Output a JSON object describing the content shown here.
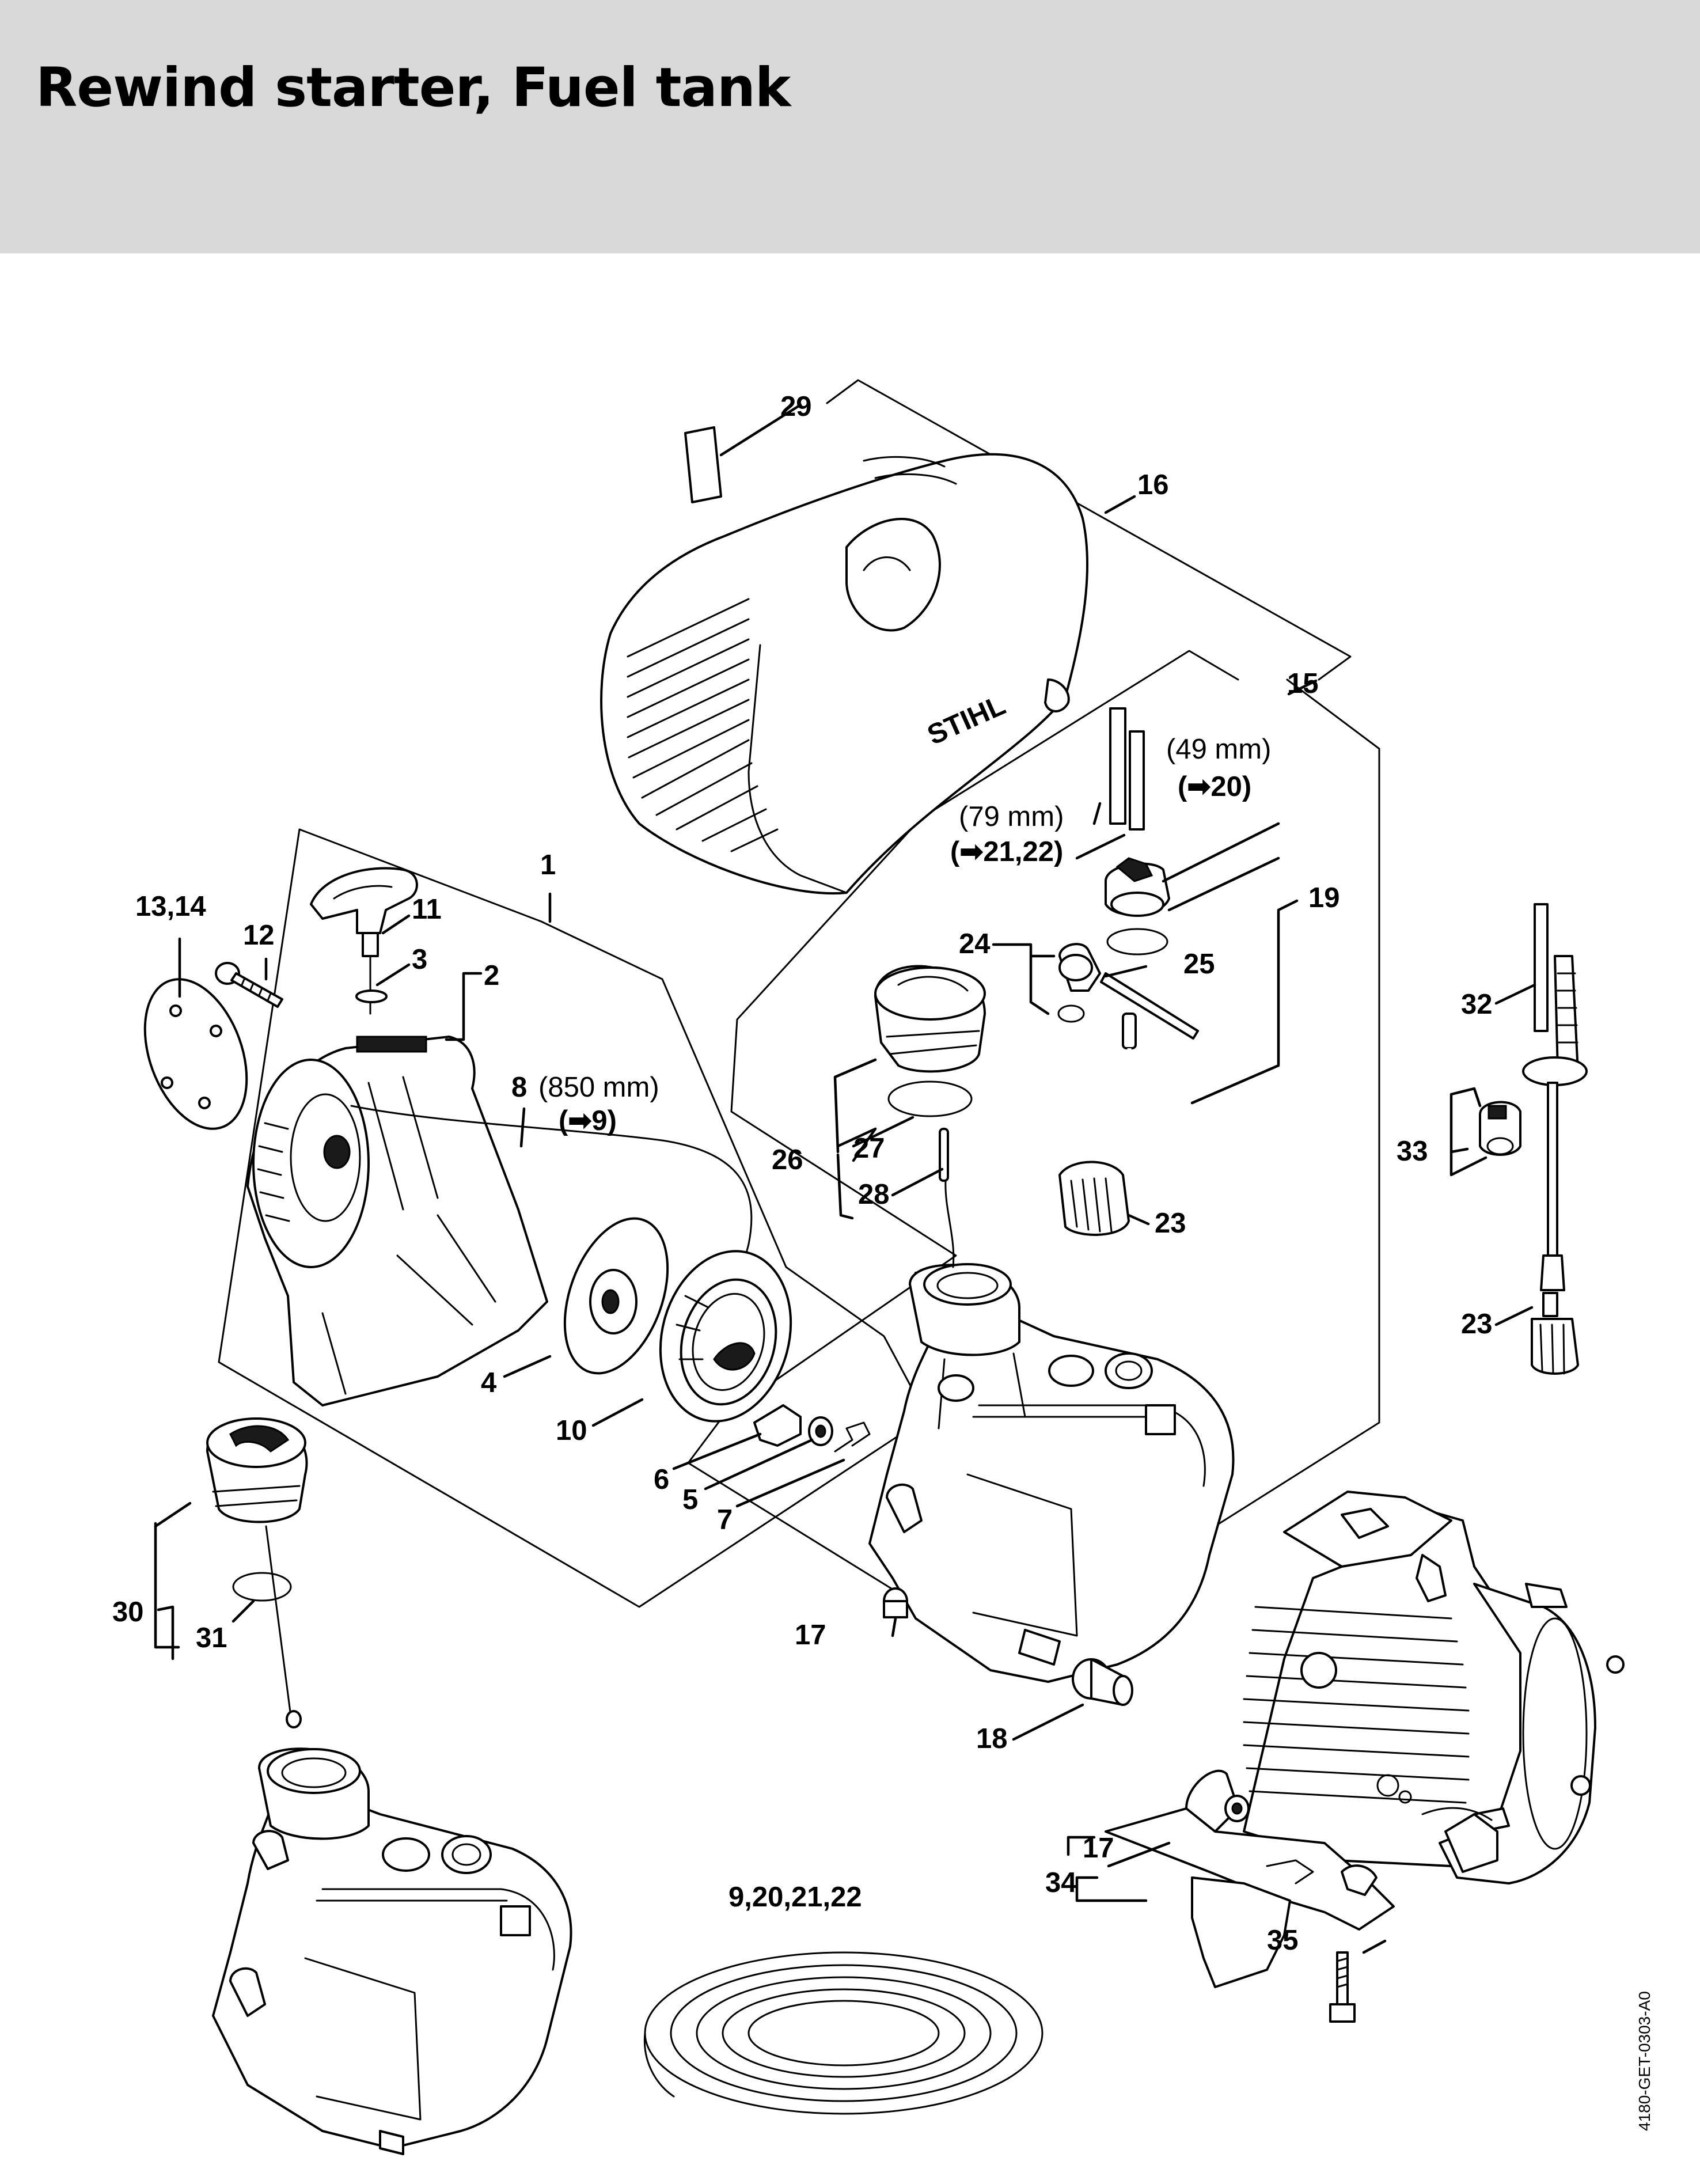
{
  "page": {
    "title": "Rewind starter, Fuel tank",
    "drawing_code": "4180-GET-0303-A0"
  },
  "callouts": {
    "c1": "1",
    "c2": "2",
    "c3": "3",
    "c4": "4",
    "c5": "5",
    "c6": "6",
    "c7": "7",
    "c8": "8",
    "c8_len": "(850 mm)",
    "c8_ref": "9",
    "c10": "10",
    "c11": "11",
    "c12": "12",
    "c13_14": "13,14",
    "c15": "15",
    "c16": "16",
    "c17a": "17",
    "c17b": "17",
    "c18": "18",
    "c19": "19",
    "c19_len_a": "(49 mm)",
    "c19_ref_a": "20",
    "c19_len_b": "(79 mm)",
    "c19_ref_b": "21,22",
    "c23a": "23",
    "c23b": "23",
    "c24": "24",
    "c25": "25",
    "c26": "26",
    "c27": "27",
    "c28": "28",
    "c29": "29",
    "c30": "30",
    "c31": "31",
    "c32": "32",
    "c33": "33",
    "c34": "34",
    "c35": "35",
    "c9_20_21_22": "9,20,21,22"
  },
  "logo_text": "STIHL",
  "arrow_glyph": "➡"
}
